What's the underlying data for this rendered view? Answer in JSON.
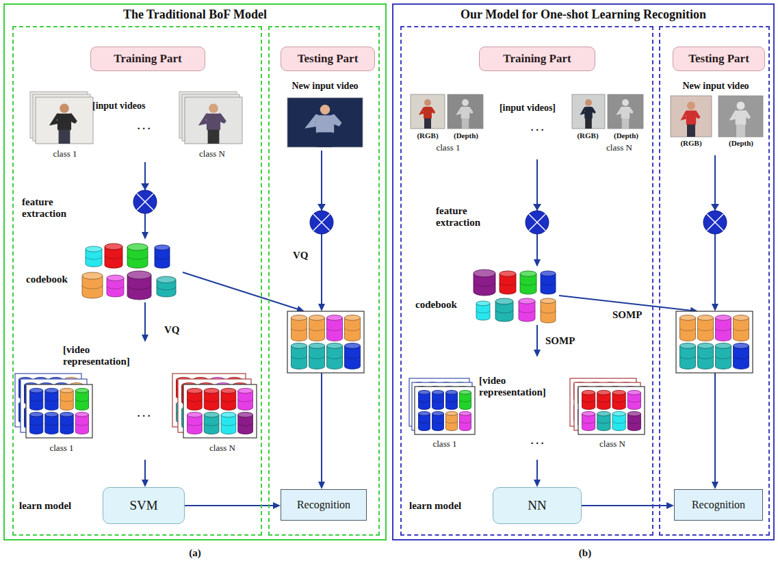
{
  "diagram": {
    "nodes": [
      {
        "text": [
          "The Traditional BoF Model"
        ]
      },
      {
        "text": [
          "Training Part"
        ],
        "in": 0
      },
      {
        "text": [
          "[input videos",
          "class 1",
          ". . .",
          "class N"
        ],
        "in": 1
      },
      {
        "text": [
          "codebook"
        ],
        "in": 1
      },
      {
        "text": [
          "[video representation]",
          "class 1",
          ". . .",
          "class N"
        ],
        "in": 1
      },
      {
        "text": [
          "SVM"
        ],
        "in": 1
      },
      {
        "text": [
          "Testing Part"
        ],
        "in": 0
      },
      {
        "text": [
          "New input video"
        ],
        "in": 6
      },
      {
        "text": [],
        "in": 6
      },
      {
        "text": [
          "Recognition"
        ],
        "in": 6
      },
      {
        "text": [
          "Our Model for One-shot Learning Recognition"
        ]
      },
      {
        "text": [
          "Training Part"
        ],
        "in": 10
      },
      {
        "text": [
          "[input videos]",
          "(RGB)",
          "(Depth)",
          "class 1",
          ". . .",
          "(RGB)",
          "(Depth)",
          "class N"
        ],
        "in": 11
      },
      {
        "text": [
          "codebook"
        ],
        "in": 11
      },
      {
        "text": [
          "[video representation]",
          "class 1",
          ". . .",
          "class N"
        ],
        "in": 11
      },
      {
        "text": [
          "NN"
        ],
        "in": 11
      },
      {
        "text": [
          "Testing Part"
        ],
        "in": 10
      },
      {
        "text": [
          "New input video",
          "(RGB)",
          "(Depth)"
        ],
        "in": 16
      },
      {
        "text": [],
        "in": 16
      },
      {
        "text": [
          "Recognition"
        ],
        "in": 16
      }
    ],
    "edges": [
      {
        "from": 2,
        "to": 3,
        "arrow": "to"
      },
      {
        "from": 3,
        "to": 4,
        "label": "VQ",
        "arrow": "to"
      },
      {
        "from": 4,
        "to": 5,
        "arrow": "to"
      },
      {
        "from": 7,
        "to": 8,
        "label": "VQ",
        "arrow": "to"
      },
      {
        "from": 3,
        "to": 8,
        "arrow": "to"
      },
      {
        "from": 8,
        "to": 9,
        "arrow": "to"
      },
      {
        "from": 5,
        "to": 9,
        "arrow": "to"
      },
      {
        "from": 12,
        "to": 13,
        "arrow": "to"
      },
      {
        "from": 13,
        "to": 14,
        "label": "SOMP",
        "arrow": "to"
      },
      {
        "from": 14,
        "to": 15,
        "arrow": "to"
      },
      {
        "from": 17,
        "to": 18,
        "arrow": "to"
      },
      {
        "from": 13,
        "to": 18,
        "label": "SOMP",
        "arrow": "to"
      },
      {
        "from": 18,
        "to": 19,
        "arrow": "to"
      },
      {
        "from": 15,
        "to": 19,
        "arrow": "to"
      }
    ],
    "labels": [
      "feature extraction",
      "learn model",
      "(a)",
      "feature extraction",
      "learn model",
      "(b)"
    ]
  }
}
